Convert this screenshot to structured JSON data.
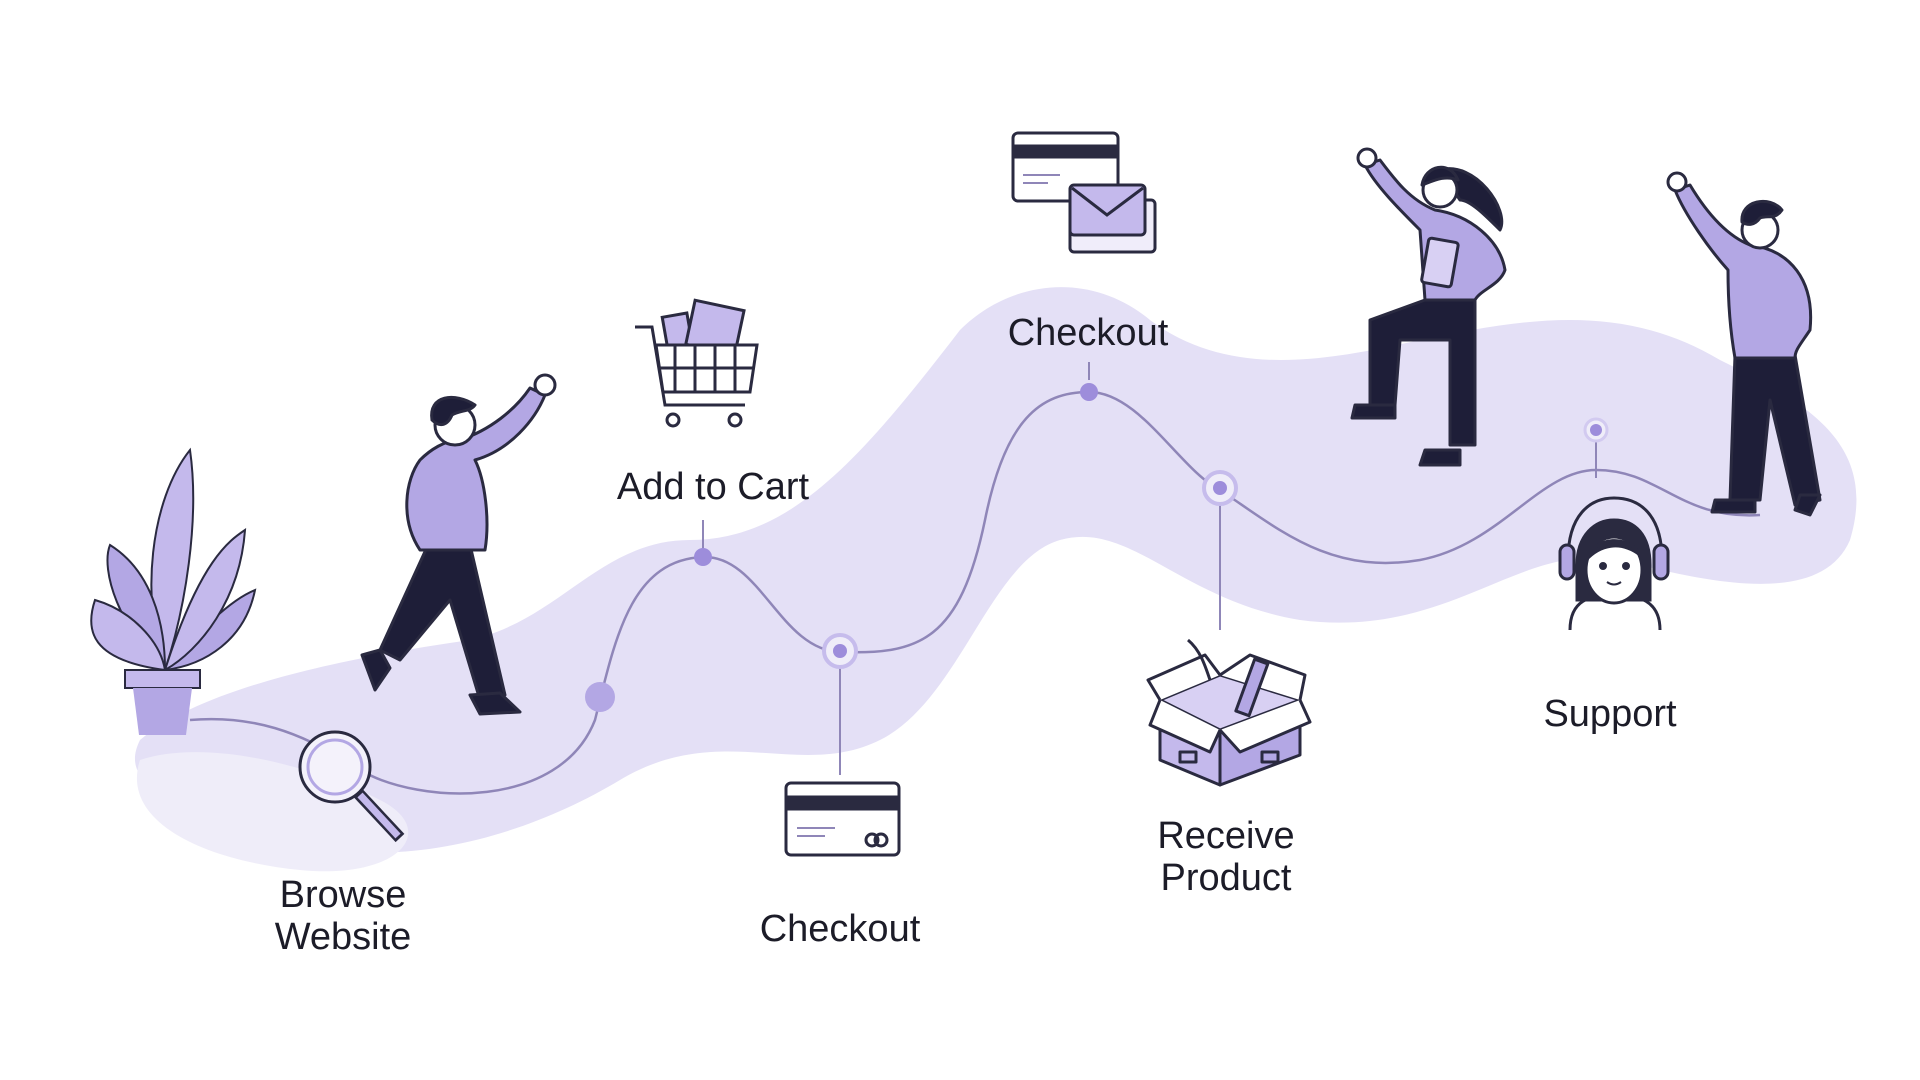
{
  "stages": {
    "browse": {
      "line1": "Browse",
      "line2": "Website",
      "icon": "magnifier-icon"
    },
    "add_to_cart": {
      "label": "Add to Cart",
      "icon": "shopping-cart-icon"
    },
    "checkout_card": {
      "label": "Checkout",
      "icon": "credit-card-icon"
    },
    "checkout_email": {
      "label": "Checkout",
      "icon": "card-and-envelope-icon"
    },
    "receive": {
      "line1": "Receive",
      "line2": "Product",
      "icon": "open-box-icon"
    },
    "support": {
      "label": "Support",
      "icon": "headset-agent-icon"
    }
  },
  "colors": {
    "accent": "#b3a7e4",
    "band": "#e4e0f6",
    "dot": "#9d8ddb",
    "ink": "#1e1e38"
  }
}
